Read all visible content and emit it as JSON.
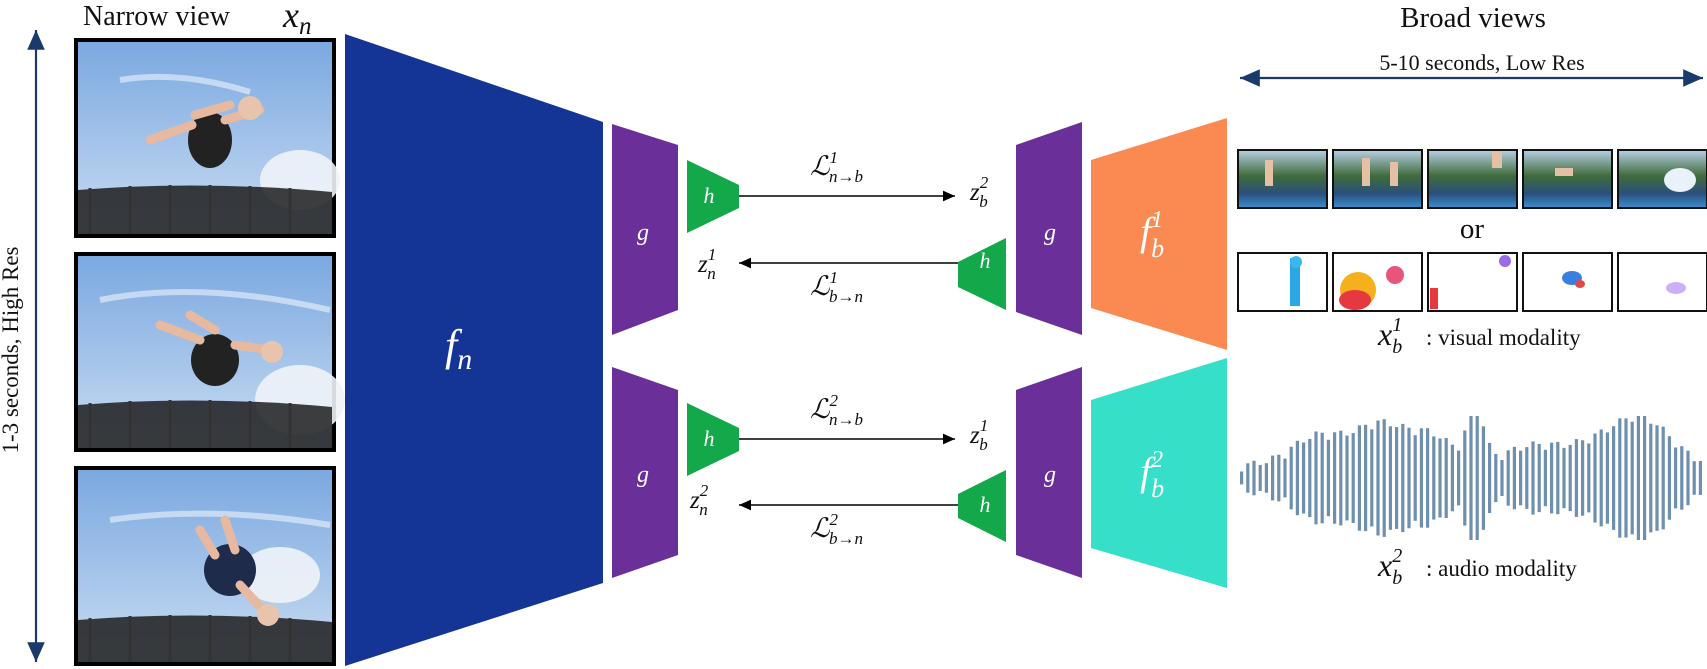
{
  "colors": {
    "encoder_main": "#143595",
    "projector_g": "#6a2f98",
    "predictor_h": "#13a84a",
    "encoder_visual": "#fa8a52",
    "encoder_audio": "#36dfc8",
    "arrow": "#1a3a6b",
    "waveform": "#6e8fae"
  },
  "narrow": {
    "title": "Narrow view",
    "symbol": "x",
    "symbol_sub": "n",
    "side_axis_label": "1-3 seconds, High Res",
    "frames": [
      "frame-1",
      "frame-2",
      "frame-3"
    ]
  },
  "broad": {
    "title": "Broad views",
    "duration_label": "5-10 seconds, Low Res",
    "or_label": "or",
    "visual_symbol": "x",
    "visual_sup": "1",
    "visual_sub": "b",
    "visual_label": ": visual modality",
    "audio_symbol": "x",
    "audio_sup": "2",
    "audio_sub": "b",
    "audio_label": ": audio modality"
  },
  "blocks": {
    "fn": {
      "main": "f",
      "sub": "n"
    },
    "g_label": "g",
    "h_label": "h",
    "fb1": {
      "main": "f",
      "sup": "1",
      "sub": "b"
    },
    "fb2": {
      "main": "f",
      "sup": "2",
      "sub": "b"
    }
  },
  "arrows": {
    "top_forward": {
      "main": "ℒ",
      "sup": "1",
      "sub": "n→b",
      "target": "z",
      "target_sup": "2",
      "target_sub": "b"
    },
    "top_backward": {
      "main": "ℒ",
      "sup": "1",
      "sub": "b→n",
      "target": "z",
      "target_sup": "1",
      "target_sub": "n"
    },
    "bottom_forward": {
      "main": "ℒ",
      "sup": "2",
      "sub": "n→b",
      "target": "z",
      "target_sup": "1",
      "target_sub": "b"
    },
    "bottom_backward": {
      "main": "ℒ",
      "sup": "2",
      "sub": "b→n",
      "target": "z",
      "target_sup": "2",
      "target_sub": "n"
    }
  }
}
